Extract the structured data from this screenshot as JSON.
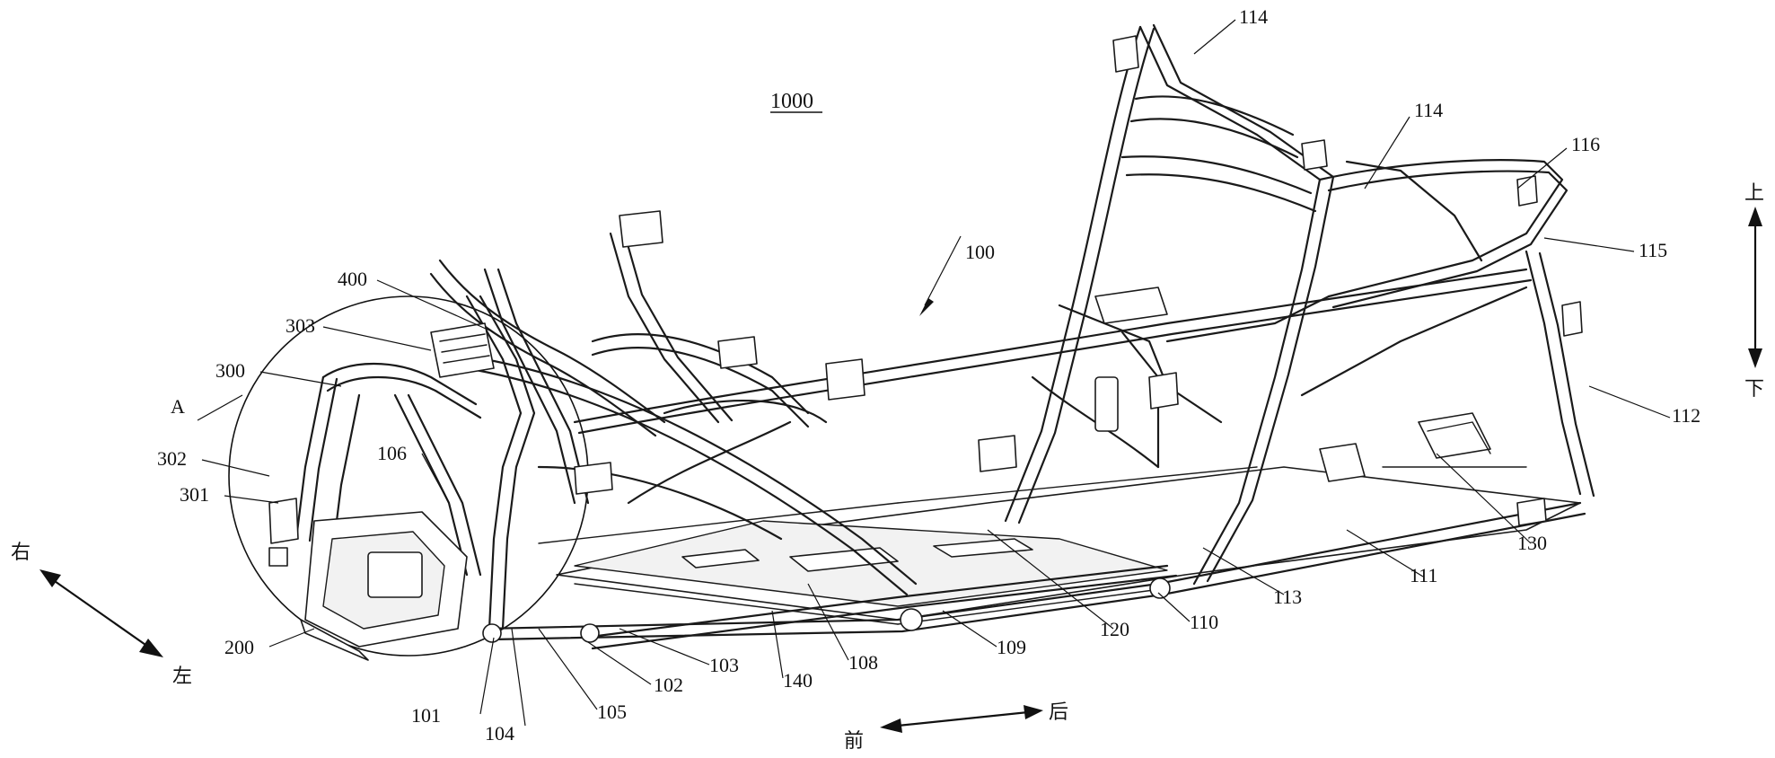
{
  "figure": {
    "assembly_label": "1000",
    "frame_label": "100",
    "detail_label": "A"
  },
  "callouts": [
    {
      "id": "114-top",
      "text": "114"
    },
    {
      "id": "114-mid",
      "text": "114"
    },
    {
      "id": "116",
      "text": "116"
    },
    {
      "id": "115",
      "text": "115"
    },
    {
      "id": "112",
      "text": "112"
    },
    {
      "id": "130",
      "text": "130"
    },
    {
      "id": "111",
      "text": "111"
    },
    {
      "id": "113",
      "text": "113"
    },
    {
      "id": "110",
      "text": "110"
    },
    {
      "id": "120",
      "text": "120"
    },
    {
      "id": "109",
      "text": "109"
    },
    {
      "id": "108",
      "text": "108"
    },
    {
      "id": "140",
      "text": "140"
    },
    {
      "id": "103",
      "text": "103"
    },
    {
      "id": "102",
      "text": "102"
    },
    {
      "id": "105",
      "text": "105"
    },
    {
      "id": "104",
      "text": "104"
    },
    {
      "id": "101",
      "text": "101"
    },
    {
      "id": "200",
      "text": "200"
    },
    {
      "id": "301",
      "text": "301"
    },
    {
      "id": "302",
      "text": "302"
    },
    {
      "id": "300",
      "text": "300"
    },
    {
      "id": "303",
      "text": "303"
    },
    {
      "id": "400",
      "text": "400"
    },
    {
      "id": "106",
      "text": "106"
    }
  ],
  "directions": {
    "up": "上",
    "down": "下",
    "right": "右",
    "left": "左",
    "front": "前",
    "rear": "后"
  }
}
